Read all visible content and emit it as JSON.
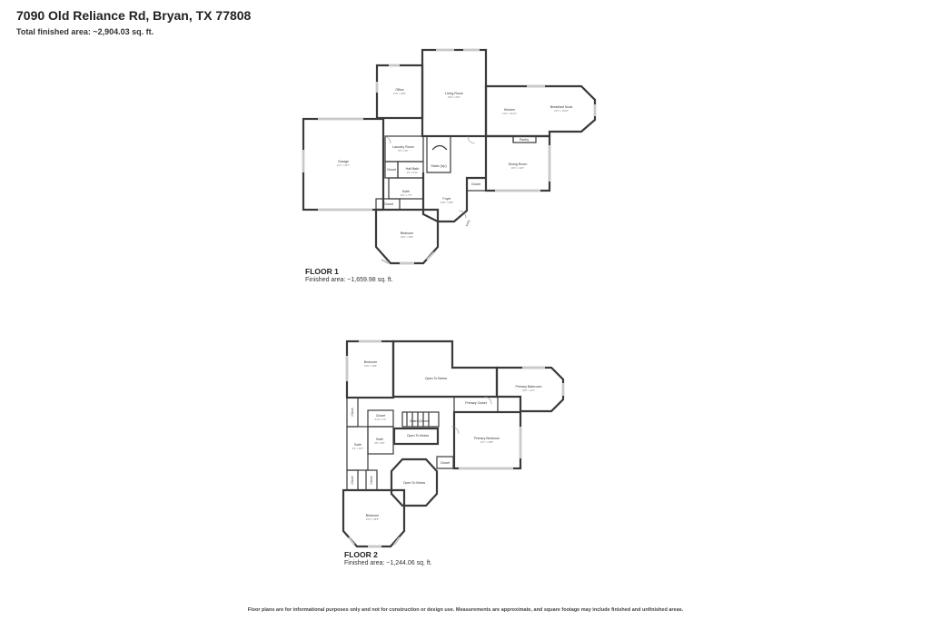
{
  "header": {
    "address": "7090 Old Reliance Rd, Bryan, TX 77808",
    "total_area": "Total finished area: ~2,904.03 sq. ft."
  },
  "floor1": {
    "label": "FLOOR 1",
    "area": "Finished area: ~1,659.98 sq. ft.",
    "rooms": {
      "office": {
        "name": "Office",
        "dim": "11'6\" x 15'6\""
      },
      "living_room": {
        "name": "Living Room",
        "dim": "19'0\" x 26'1\""
      },
      "kitchen": {
        "name": "Kitchen",
        "dim": "12'2\" x 21'10\""
      },
      "breakfast_nook": {
        "name": "Breakfast Nook",
        "dim": "15'1\" x 15'10\""
      },
      "garage": {
        "name": "Garage",
        "dim": "21'1\" x 23'7\""
      },
      "laundry_room": {
        "name": "Laundry Room",
        "dim": "9'5\" x 5'0\""
      },
      "pantry": {
        "name": "Pantry"
      },
      "stairs_up": {
        "name": "Stairs (Up)"
      },
      "closet_a": {
        "name": "Closet"
      },
      "half_bath": {
        "name": "Half Bath",
        "dim": "4'9\" x 5'11\""
      },
      "dining_room": {
        "name": "Dining Room",
        "dim": "16'1\" x 14'0\""
      },
      "bath": {
        "name": "Bath",
        "dim": "10'1\" x 7'8\""
      },
      "foyer": {
        "name": "Foyer",
        "dim": "10'8\" x 16'8\""
      },
      "closet_b": {
        "name": "Closet"
      },
      "closet_c": {
        "name": "Closet"
      },
      "bedroom": {
        "name": "Bedroom",
        "dim": "15'0\" x 15'8\""
      },
      "entry": {
        "name": "Entry"
      }
    }
  },
  "floor2": {
    "label": "FLOOR 2",
    "area": "Finished area: ~1,244.06 sq. ft.",
    "rooms": {
      "bedroom_a": {
        "name": "Bedroom",
        "dim": "11'8\" x 15'8\""
      },
      "open_to_below_a": {
        "name": "Open To Below"
      },
      "primary_bathroom": {
        "name": "Primary Bathroom",
        "dim": "18'6\" x 11'1\""
      },
      "primary_closet": {
        "name": "Primary Closet"
      },
      "closet_a": {
        "name": "Closet"
      },
      "closet_b": {
        "name": "Closet",
        "dim": "6'10\" x 7'4\""
      },
      "stairs_down": {
        "name": "Stairs (Down)"
      },
      "open_to_below_b": {
        "name": "Open To Below"
      },
      "primary_bedroom": {
        "name": "Primary Bedroom",
        "dim": "16'7\" x 18'8\""
      },
      "bath_a": {
        "name": "Bath",
        "dim": "5'8\" x 8'8\""
      },
      "bath_b": {
        "name": "Bath",
        "dim": "5'3\" x 10'7\""
      },
      "closet_c": {
        "name": "Closet"
      },
      "closet_d": {
        "name": "Closet"
      },
      "closet_e": {
        "name": "Closet"
      },
      "open_to_below_c": {
        "name": "Open To Below"
      },
      "bedroom_b": {
        "name": "Bedroom",
        "dim": "15'3\" x 15'8\""
      }
    }
  },
  "footer": "Floor plans are for informational purposes only and not for construction or design use. Measurements are approximate, and square footage may include finished and unfinished areas."
}
